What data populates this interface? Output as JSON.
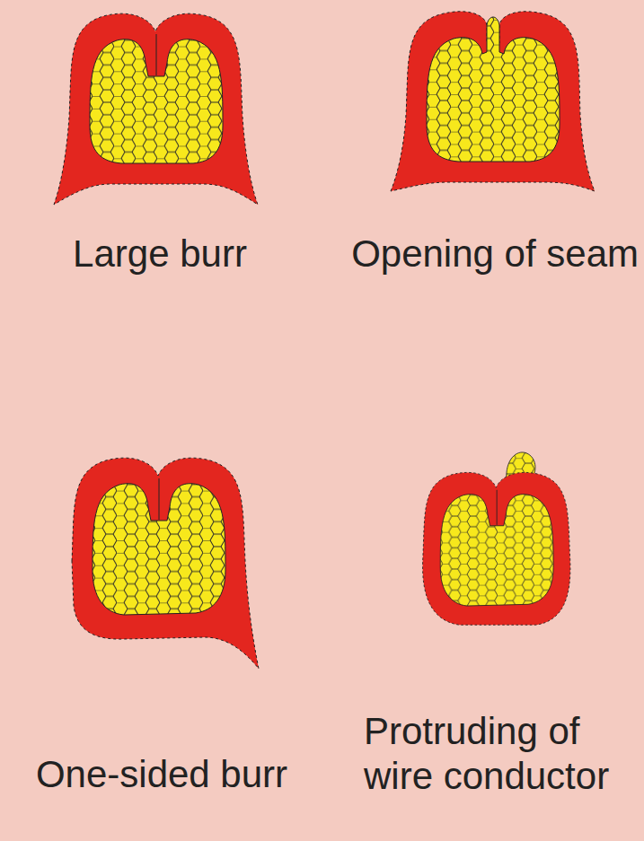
{
  "diagram": {
    "labels": [
      "Large burr",
      "Opening of seam",
      "One-sided burr",
      "Protruding of wire conductor"
    ]
  }
}
